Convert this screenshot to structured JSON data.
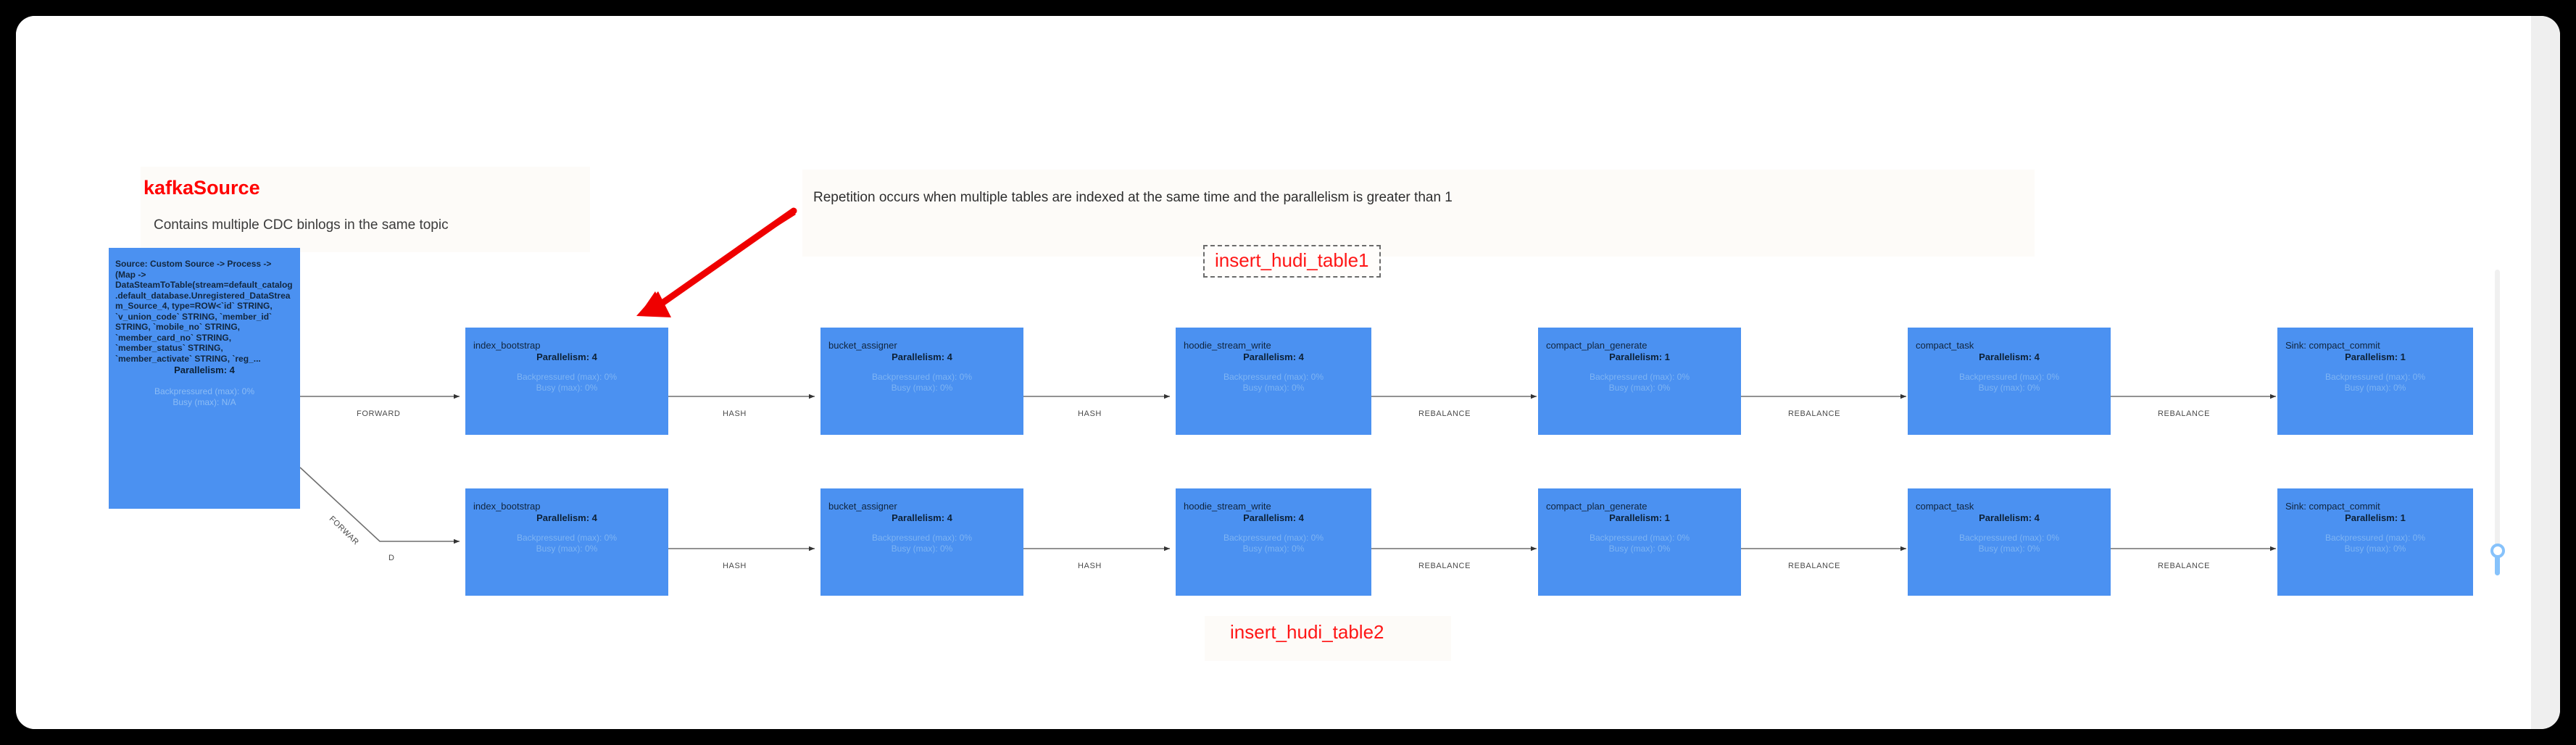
{
  "annotations": {
    "source_title": "kafkaSource",
    "source_subtitle": "Contains multiple CDC binlogs in the same topic",
    "note": "Repetition occurs when multiple tables are indexed at the same time and the parallelism is greater than 1",
    "table1_label": "insert_hudi_table1",
    "table2_label": "insert_hudi_table2",
    "red_color": "#ff0000"
  },
  "source_node": {
    "name": "Source: Custom Source -> Process -> (Map -> DataSteamToTable(stream=default_catalog.default_database.Unregistered_DataStream_Source_4, type=ROW<`id` STRING, `v_union_code` STRING, `member_id` STRING, `mobile_no` STRING, `member_card_no` STRING, `member_status` STRING, `member_activate` STRING, `reg_...",
    "parallelism": "Parallelism: 4",
    "backpressured": "Backpressured (max): 0%",
    "busy": "Busy (max): N/A"
  },
  "rows": [
    {
      "id": "row-1",
      "nodes": [
        {
          "name": "index_bootstrap",
          "parallelism": "Parallelism: 4",
          "backpressured": "Backpressured (max): 0%",
          "busy": "Busy (max): 0%"
        },
        {
          "name": "bucket_assigner",
          "parallelism": "Parallelism: 4",
          "backpressured": "Backpressured (max): 0%",
          "busy": "Busy (max): 0%"
        },
        {
          "name": "hoodie_stream_write",
          "parallelism": "Parallelism: 4",
          "backpressured": "Backpressured (max): 0%",
          "busy": "Busy (max): 0%"
        },
        {
          "name": "compact_plan_generate",
          "parallelism": "Parallelism: 1",
          "backpressured": "Backpressured (max): 0%",
          "busy": "Busy (max): 0%"
        },
        {
          "name": "compact_task",
          "parallelism": "Parallelism: 4",
          "backpressured": "Backpressured (max): 0%",
          "busy": "Busy (max): 0%"
        },
        {
          "name": "Sink: compact_commit",
          "parallelism": "Parallelism: 1",
          "backpressured": "Backpressured (max): 0%",
          "busy": "Busy (max): 0%"
        }
      ],
      "edge_labels": [
        "HASH",
        "HASH",
        "REBALANCE",
        "REBALANCE",
        "REBALANCE"
      ]
    },
    {
      "id": "row-2",
      "nodes": [
        {
          "name": "index_bootstrap",
          "parallelism": "Parallelism: 4",
          "backpressured": "Backpressured (max): 0%",
          "busy": "Busy (max): 0%"
        },
        {
          "name": "bucket_assigner",
          "parallelism": "Parallelism: 4",
          "backpressured": "Backpressured (max): 0%",
          "busy": "Busy (max): 0%"
        },
        {
          "name": "hoodie_stream_write",
          "parallelism": "Parallelism: 4",
          "backpressured": "Backpressured (max): 0%",
          "busy": "Busy (max): 0%"
        },
        {
          "name": "compact_plan_generate",
          "parallelism": "Parallelism: 1",
          "backpressured": "Backpressured (max): 0%",
          "busy": "Busy (max): 0%"
        },
        {
          "name": "compact_task",
          "parallelism": "Parallelism: 4",
          "backpressured": "Backpressured (max): 0%",
          "busy": "Busy (max): 0%"
        },
        {
          "name": "Sink: compact_commit",
          "parallelism": "Parallelism: 1",
          "backpressured": "Backpressured (max): 0%",
          "busy": "Busy (max): 0%"
        }
      ],
      "edge_labels": [
        "HASH",
        "HASH",
        "REBALANCE",
        "REBALANCE",
        "REBALANCE"
      ]
    }
  ],
  "source_edges": {
    "top_label": "FORWARD",
    "bottom_label": "FORWAR",
    "bottom_label_wrap": "D"
  },
  "colors": {
    "node_fill": "#4b91f1",
    "node_text": "#10243c",
    "metric_text": "#7eb4f3",
    "edge_stroke": "#6e6e6e",
    "accent_red": "#ff0000",
    "slider_blue": "#86c2fb"
  }
}
